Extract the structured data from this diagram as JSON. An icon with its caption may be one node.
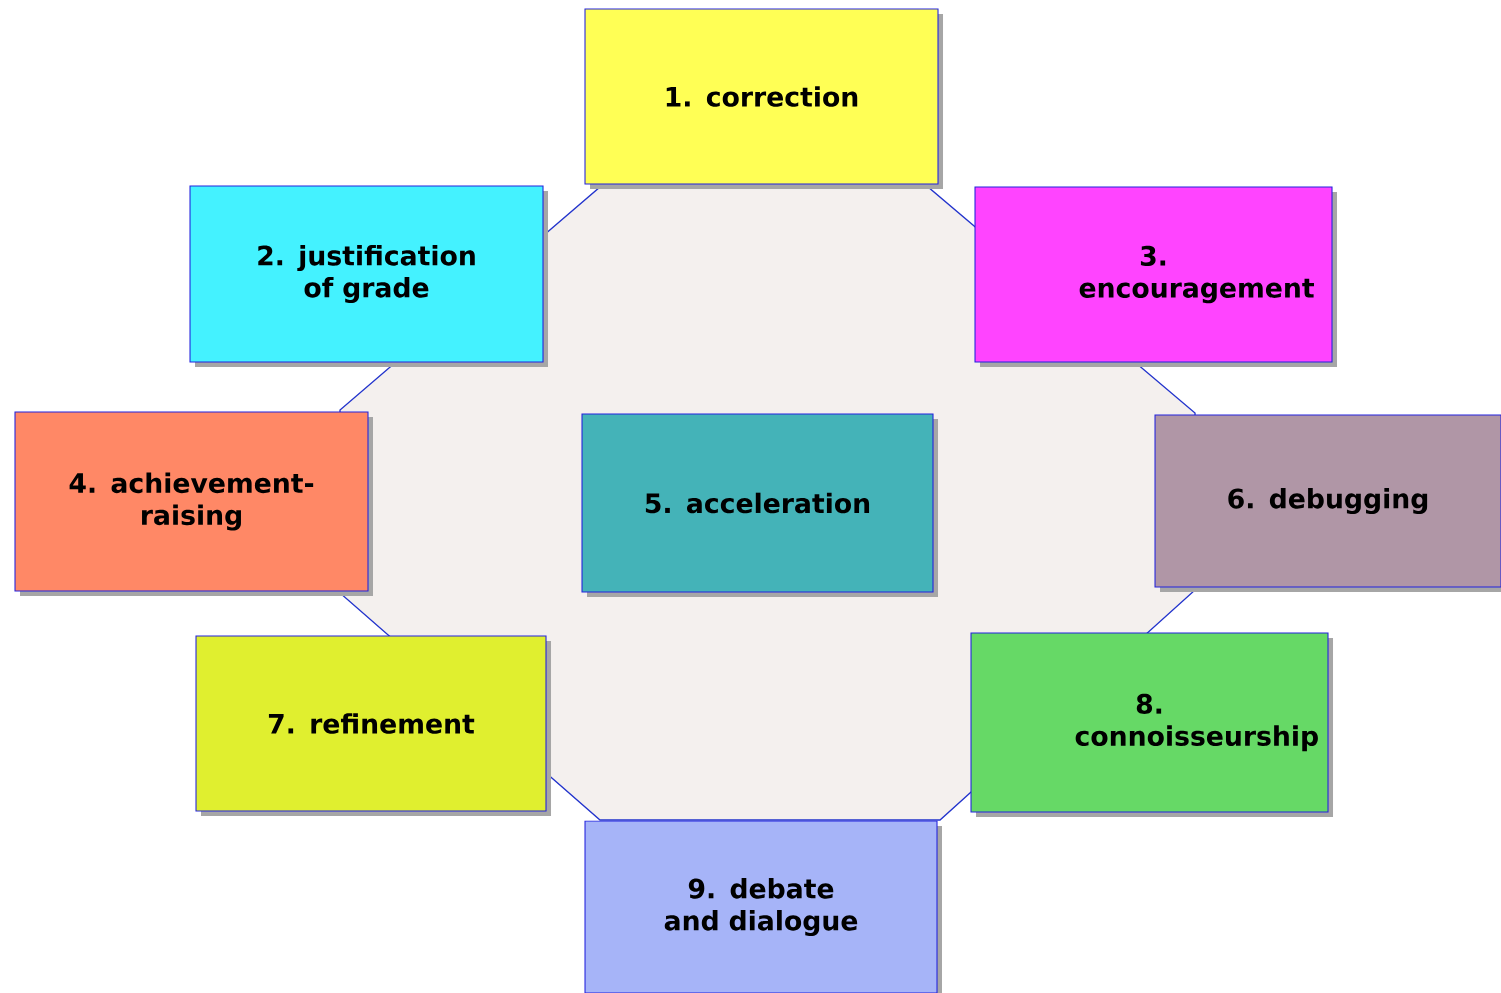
{
  "diagram": {
    "nodes": [
      {
        "text": [
          "1. correction"
        ]
      },
      {
        "text": [
          "2.  justification of grade"
        ]
      },
      {
        "text": [
          "3. encouragement"
        ]
      },
      {
        "text": [
          "4. achievement-raising"
        ]
      },
      {
        "text": [
          "5.  acceleration"
        ]
      },
      {
        "text": [
          "6.  debugging"
        ]
      },
      {
        "text": [
          "7. refinement"
        ]
      },
      {
        "text": [
          "8. connoisseurship"
        ]
      },
      {
        "text": [
          "9. debate and dialogue"
        ]
      }
    ]
  }
}
